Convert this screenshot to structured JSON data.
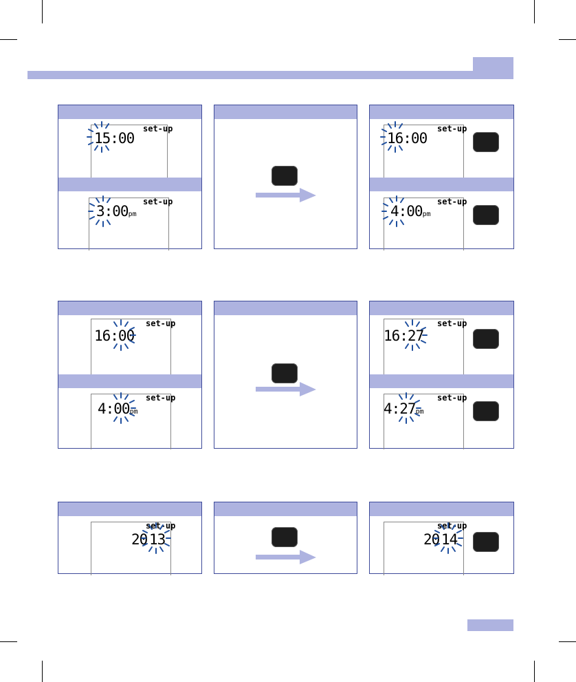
{
  "display": {
    "label": "set-up",
    "suffix_pm": "pm",
    "row1": {
      "left_top": "15:00",
      "left_bottom": "3:00",
      "right_top": "16:00",
      "right_bottom": "4:00"
    },
    "row2": {
      "left_top": "16:00",
      "left_bottom": "4:00",
      "right_top": "16:27",
      "right_bottom": "4:27"
    },
    "row3": {
      "left_prefix": "20",
      "left_year": "13",
      "right_prefix": "20",
      "right_year": "14"
    }
  },
  "colors": {
    "band": "#aeb3e0",
    "panel_border": "#3d4a99",
    "blink": "#1f4f9e",
    "key": "#1d1d1d"
  },
  "icons": {
    "key": "button-key-icon",
    "arrow": "right-arrow-icon",
    "blink": "blink-rays-icon"
  }
}
